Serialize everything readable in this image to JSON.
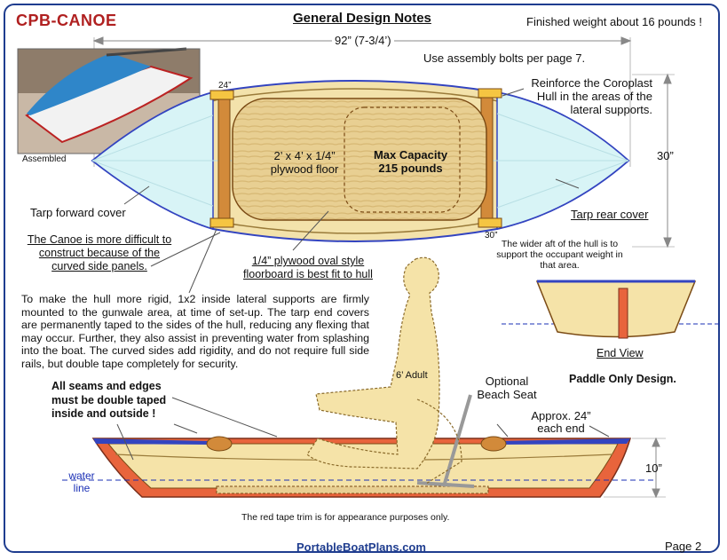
{
  "header": {
    "logo": "CPB-CANOE",
    "title": "General Design Notes",
    "weight_note": "Finished weight about 16 pounds !"
  },
  "top_view": {
    "length_dim": "92” (7-3/4’)",
    "bolts_note": "Use assembly bolts per page 7.",
    "reinforce_note": "Reinforce the Coroplast Hull in the areas of the lateral supports.",
    "width_dim": "30”",
    "photo_caption": "Assembled",
    "floor_label": "2’ x 4’ x 1/4” plywood floor",
    "capacity_label": "Max Capacity 215 pounds",
    "angle_top": "24”",
    "angle_bottom": "30”",
    "tarp_forward": "Tarp forward cover",
    "tarp_rear": "Tarp rear cover",
    "difficulty_note": "The Canoe is  more difficult to construct because of the curved side panels.",
    "oval_note": "1/4” plywood oval style floorboard is best fit to hull",
    "wider_note": "The wider aft of the hull is to support the occupant weight in that area."
  },
  "paragraph": "To make the hull more rigid, 1x2 inside lateral supports are firmly mounted to the gunwale area, at time of set-up. The tarp end covers are permanently taped to the sides of the hull, reducing any flexing that may occur. Further, they also assist in preventing water from splashing into the boat.  The curved sides add rigidity, and do not require full side rails, but double tape completely for security.",
  "end_view": {
    "label": "End View",
    "paddle_note": "Paddle Only Design."
  },
  "side_view": {
    "seams_note": "All seams and edges must be double taped inside and outside !",
    "adult_label": "6’ Adult",
    "seat_label": "Optional Beach Seat",
    "approx_label": "Approx. 24” each end",
    "height_dim": "10”",
    "waterline_label": "water line"
  },
  "footer": {
    "tape_note": "The red tape trim is for appearance purposes only.",
    "site": "PortableBoatPlans.com",
    "page": "Page  2"
  },
  "colors": {
    "frame": "#1f3d8f",
    "logo": "#b02020",
    "hull_wood": "#f5e3a8",
    "tarp": "#d8f4f6",
    "red_trim": "#e8643c",
    "blue_trim": "#3344c0",
    "support": "#d28a3a"
  }
}
